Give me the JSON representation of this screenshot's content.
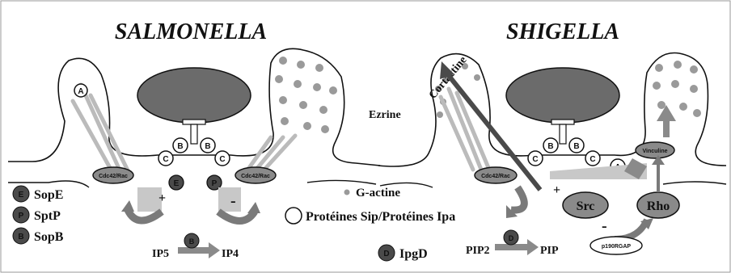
{
  "titles": {
    "left": "SALMONELLA",
    "right": "SHIGELLA"
  },
  "left": {
    "badge_A": "A",
    "badge_B1": "B",
    "badge_B2": "B",
    "badge_C1": "C",
    "badge_C2": "C",
    "badge_E": "E",
    "badge_P": "P",
    "cdc_left": "Cdc42/Rac",
    "cdc_right": "Cdc42/Rac",
    "plus": "+",
    "minus": "-",
    "legend_E_letter": "E",
    "legend_E": "SopE",
    "legend_P_letter": "P",
    "legend_P": "SptP",
    "legend_B_letter": "B",
    "legend_B": "SopB",
    "ip5": "IP5",
    "ip4": "IP4",
    "ip_badge": "B"
  },
  "center": {
    "g_actine": "G-actine",
    "proteins": "Protéines Sip/Protéines Ipa"
  },
  "right": {
    "cortactine": "Cortactine",
    "ezrine": "Ezrine",
    "badge_B1": "B",
    "badge_B2": "B",
    "badge_C1": "C",
    "badge_C2": "C",
    "badge_A": "A",
    "cdc": "Cdc42/Rac",
    "vinculine": "Vinculine",
    "src": "Src",
    "rho": "Rho",
    "p190": "p190RGAP",
    "plus": "+",
    "minus": "-",
    "ipgd_letter": "D",
    "ipgd": "IpgD",
    "pip2": "PIP2",
    "pip": "PIP",
    "pip_badge": "D"
  },
  "colors": {
    "nucleus": "#6b6b6b",
    "dark_badge": "#4a4a4a",
    "mid": "#8a8a8a",
    "light": "#c8c8c8",
    "arrow": "#7a7a7a"
  }
}
